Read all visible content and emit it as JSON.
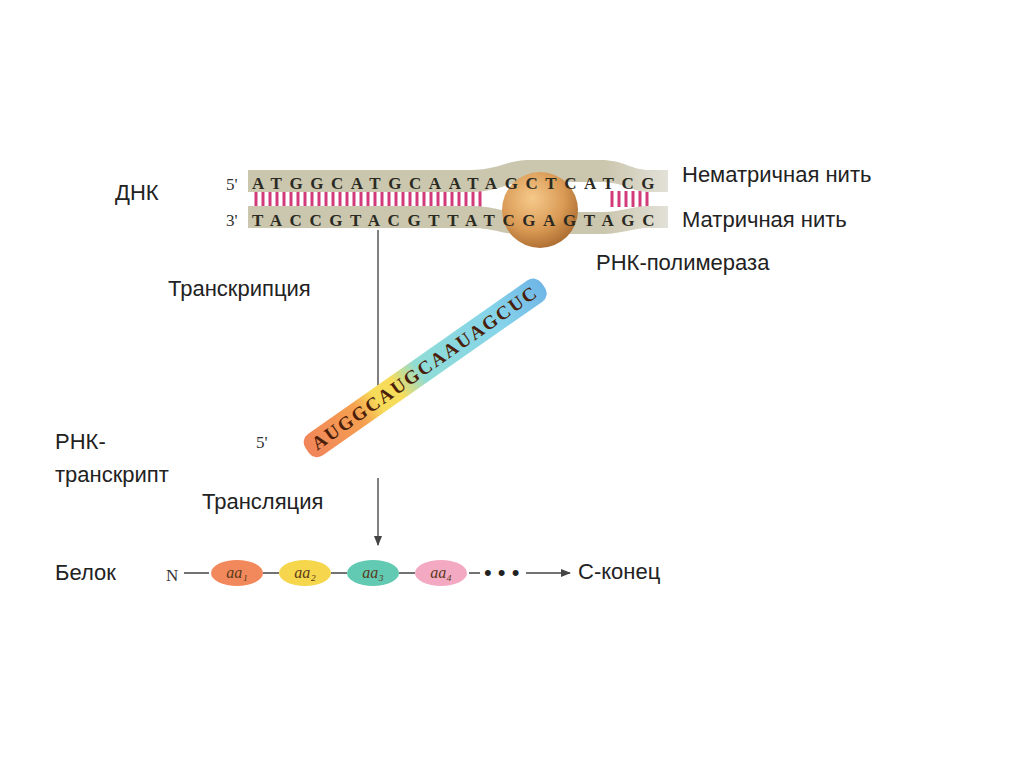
{
  "diagram": {
    "nodes": [
      {
        "text": [
          "aa₁"
        ]
      },
      {
        "text": [
          "aa₂"
        ]
      },
      {
        "text": [
          "aa₃"
        ]
      },
      {
        "text": [
          "aa₄"
        ]
      }
    ],
    "edges": [
      {
        "from": 0,
        "to": 1,
        "arrow": "none"
      },
      {
        "from": 1,
        "to": 2,
        "arrow": "none"
      },
      {
        "from": 2,
        "to": 3,
        "arrow": "none"
      }
    ],
    "labels": [
      "ДНК",
      "5'",
      "ATGGCATGCAATAGCTCATCG",
      "3'",
      "TACCGTACGTTATCGAGTAGC",
      "Нематричная нить",
      "Матричная нить",
      "РНК-полимераза",
      "Транскрипция",
      "5'",
      "AUGGCAUGCAAUAGCUC",
      "РНК- транскрипт",
      "Трансляция",
      "Белок",
      "N",
      "• • •",
      "С-конец"
    ]
  }
}
